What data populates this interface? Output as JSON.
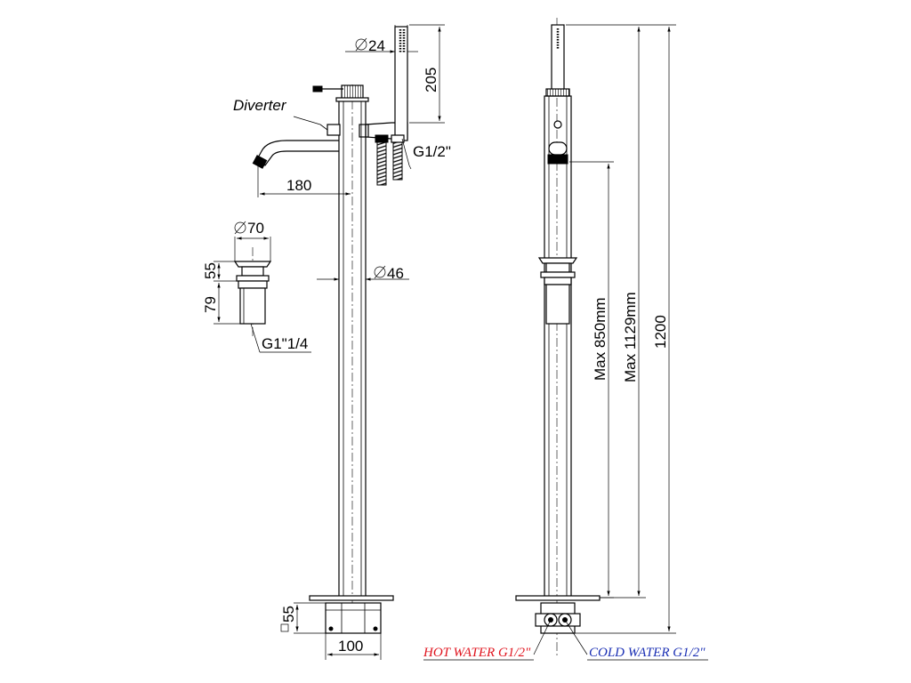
{
  "labels": {
    "dia24": "24",
    "h205": "205",
    "diverter": "Diverter",
    "g12": "G1/2\"",
    "l180": "180",
    "dia70": "70",
    "h55": "55",
    "h79": "79",
    "dia46": "46",
    "g114": "G1\"1/4",
    "base55": "55",
    "base100": "100",
    "max850": "Max 850mm",
    "max1129": "Max 1129mm",
    "h1200": "1200",
    "hot_water": "HOT WATER G1/2\"",
    "cold_water": "COLD WATER G1/2\""
  },
  "colors": {
    "line": "#000000",
    "hot": "#e0141e",
    "cold": "#1a2fb4"
  }
}
